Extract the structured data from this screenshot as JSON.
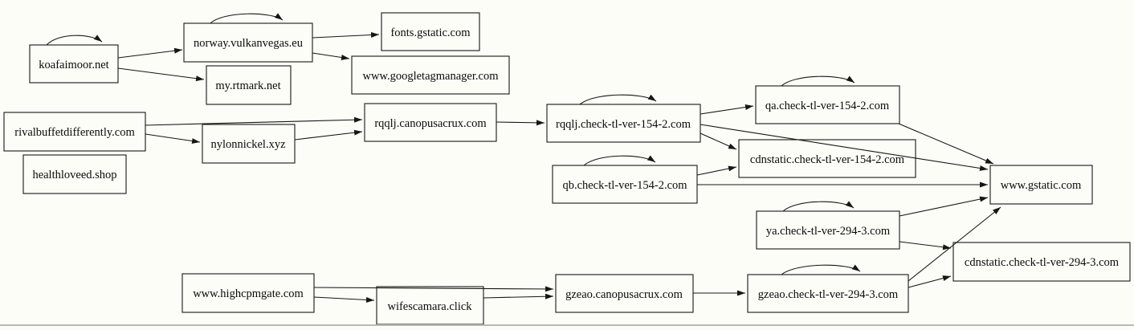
{
  "diagram": {
    "type": "directed-domain-graph",
    "background_color": "#fdfdf7",
    "node_border_color": "#161616",
    "edge_color": "#161616",
    "text_color": "#0a0a0a",
    "divider_color": "#b9b9b9"
  },
  "nodes": [
    {
      "id": "koafaimoor",
      "label": "koafaimoor.net",
      "self_loop": true
    },
    {
      "id": "norway",
      "label": "norway.vulkanvegas.eu",
      "self_loop": true
    },
    {
      "id": "rtmark",
      "label": "my.rtmark.net",
      "self_loop": false
    },
    {
      "id": "fonts-gstatic",
      "label": "fonts.gstatic.com",
      "self_loop": false
    },
    {
      "id": "googletagmanager",
      "label": "www.googletagmanager.com",
      "self_loop": false
    },
    {
      "id": "rivalbuffet",
      "label": "rivalbuffetdifferently.com",
      "self_loop": false
    },
    {
      "id": "healthloveed",
      "label": "healthloveed.shop",
      "self_loop": false
    },
    {
      "id": "nylonnickel",
      "label": "nylonnickel.xyz",
      "self_loop": false
    },
    {
      "id": "rqqlj-canopus",
      "label": "rqqlj.canopusacrux.com",
      "self_loop": false
    },
    {
      "id": "rqqlj-check",
      "label": "rqqlj.check-tl-ver-154-2.com",
      "self_loop": true
    },
    {
      "id": "qa-check",
      "label": "qa.check-tl-ver-154-2.com",
      "self_loop": true
    },
    {
      "id": "cdnstatic-154",
      "label": "cdnstatic.check-tl-ver-154-2.com",
      "self_loop": false
    },
    {
      "id": "qb-check",
      "label": "qb.check-tl-ver-154-2.com",
      "self_loop": true
    },
    {
      "id": "gstatic",
      "label": "www.gstatic.com",
      "self_loop": false
    },
    {
      "id": "ya-check",
      "label": "ya.check-tl-ver-294-3.com",
      "self_loop": true
    },
    {
      "id": "cdnstatic-294",
      "label": "cdnstatic.check-tl-ver-294-3.com",
      "self_loop": false
    },
    {
      "id": "highcpmgate",
      "label": "www.highcpmgate.com",
      "self_loop": false
    },
    {
      "id": "wifescamara",
      "label": "wifescamara.click",
      "self_loop": false
    },
    {
      "id": "gzeao-canopus",
      "label": "gzeao.canopusacrux.com",
      "self_loop": false
    },
    {
      "id": "gzeao-check",
      "label": "gzeao.check-tl-ver-294-3.com",
      "self_loop": true
    }
  ],
  "edges": [
    {
      "from": "koafaimoor.net",
      "to": "norway.vulkanvegas.eu"
    },
    {
      "from": "koafaimoor.net",
      "to": "my.rtmark.net"
    },
    {
      "from": "norway.vulkanvegas.eu",
      "to": "fonts.gstatic.com"
    },
    {
      "from": "norway.vulkanvegas.eu",
      "to": "www.googletagmanager.com"
    },
    {
      "from": "rivalbuffetdifferently.com",
      "to": "rqqlj.canopusacrux.com"
    },
    {
      "from": "rivalbuffetdifferently.com",
      "to": "nylonnickel.xyz"
    },
    {
      "from": "nylonnickel.xyz",
      "to": "rqqlj.canopusacrux.com"
    },
    {
      "from": "rqqlj.canopusacrux.com",
      "to": "rqqlj.check-tl-ver-154-2.com"
    },
    {
      "from": "rqqlj.check-tl-ver-154-2.com",
      "to": "qa.check-tl-ver-154-2.com"
    },
    {
      "from": "rqqlj.check-tl-ver-154-2.com",
      "to": "cdnstatic.check-tl-ver-154-2.com"
    },
    {
      "from": "rqqlj.check-tl-ver-154-2.com",
      "to": "www.gstatic.com"
    },
    {
      "from": "qa.check-tl-ver-154-2.com",
      "to": "www.gstatic.com"
    },
    {
      "from": "qb.check-tl-ver-154-2.com",
      "to": "cdnstatic.check-tl-ver-154-2.com"
    },
    {
      "from": "qb.check-tl-ver-154-2.com",
      "to": "www.gstatic.com"
    },
    {
      "from": "ya.check-tl-ver-294-3.com",
      "to": "www.gstatic.com"
    },
    {
      "from": "ya.check-tl-ver-294-3.com",
      "to": "cdnstatic.check-tl-ver-294-3.com"
    },
    {
      "from": "www.highcpmgate.com",
      "to": "gzeao.canopusacrux.com"
    },
    {
      "from": "www.highcpmgate.com",
      "to": "wifescamara.click"
    },
    {
      "from": "wifescamara.click",
      "to": "gzeao.canopusacrux.com"
    },
    {
      "from": "gzeao.canopusacrux.com",
      "to": "gzeao.check-tl-ver-294-3.com"
    },
    {
      "from": "gzeao.check-tl-ver-294-3.com",
      "to": "www.gstatic.com"
    },
    {
      "from": "gzeao.check-tl-ver-294-3.com",
      "to": "cdnstatic.check-tl-ver-294-3.com"
    }
  ]
}
